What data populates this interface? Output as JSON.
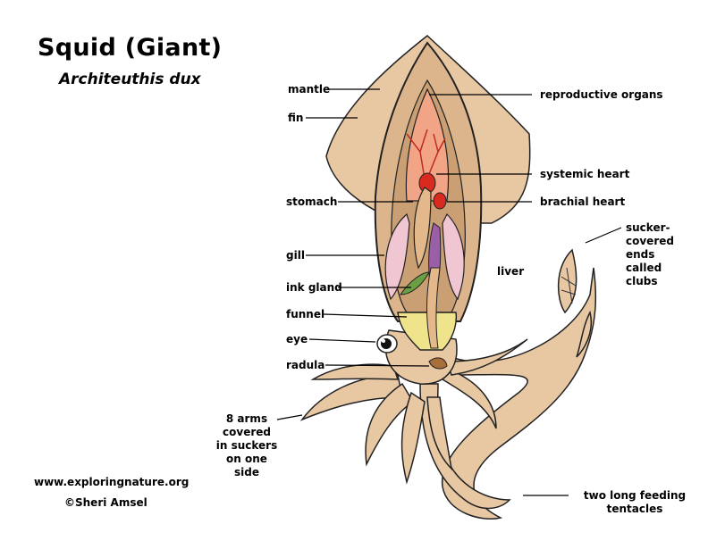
{
  "title": "Squid (Giant)",
  "subtitle": "Architeuthis dux",
  "labels": {
    "mantle": "mantle",
    "fin": "fin",
    "stomach": "stomach",
    "gill": "gill",
    "ink_gland": "ink gland",
    "funnel": "funnel",
    "eye": "eye",
    "radula": "radula",
    "arms": [
      "8 arms",
      "covered",
      "in suckers",
      "on one",
      "side"
    ],
    "reproductive_organs": "reproductive organs",
    "systemic_heart": "systemic heart",
    "brachial_heart": "brachial heart",
    "liver": "liver",
    "clubs": [
      "sucker-",
      "covered",
      "ends",
      "called",
      "clubs"
    ],
    "tentacles": [
      "two long feeding",
      "tentacles"
    ]
  },
  "credits": {
    "website": "www.exploringnature.org",
    "copyright": "©Sheri Amsel"
  },
  "colors": {
    "body": "#e8c7a3",
    "reproductive": "#f2a487",
    "heart": "#d82a1f",
    "funnel": "#efe38c",
    "gill": "#f0c6d2",
    "liver": "#9a5fa6",
    "ink_gland": "#6aa043"
  }
}
